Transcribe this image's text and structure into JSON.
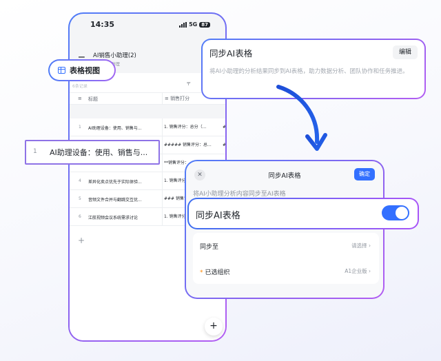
{
  "status": {
    "time": "14:35",
    "network": "5G",
    "battery": "87"
  },
  "app": {
    "title": "AI销售小助理(2)",
    "subtitle": "AI销售小助理"
  },
  "table": {
    "hint": "6条记录",
    "view_chip": "表格视图",
    "columns": [
      "标题",
      "销售打分"
    ],
    "rows": [
      {
        "num": "1",
        "title": "AI助理设备：使用、销售与...",
        "score": "1. 销售评分：总分（...",
        "extra": "##"
      },
      {
        "num": "2",
        "title": "",
        "score": "##### 销售评分：总...",
        "extra": "##"
      },
      {
        "num": "3",
        "title": "",
        "score": "**销售评分：",
        "extra": ""
      },
      {
        "num": "4",
        "title": "差异化卖点优先于实际体验...",
        "score": "1. 销售评分",
        "extra": ""
      },
      {
        "num": "5",
        "title": "音频文件合并与翻跳交互优...",
        "score": "### 销售评分",
        "extra": ""
      },
      {
        "num": "6",
        "title": "江航视频会议系统需求讨论",
        "score": "1. 销售评分",
        "extra": ""
      }
    ]
  },
  "row_callout": {
    "num": "1",
    "title": "AI助理设备：使用、销售与..."
  },
  "sync_card": {
    "title": "同步AI表格",
    "edit": "编辑",
    "desc": "将AI小助理的分析结果同步到AI表格，助力数据分析、团队协作和任务推进。"
  },
  "dialog": {
    "title": "同步AI表格",
    "confirm": "确定",
    "subtitle": "将AI小助理分析内容同步至AI表格",
    "toggle_label": "同步AI表格",
    "toggle_on": true,
    "sync_to_label": "同步至",
    "sync_to_value": "请选择",
    "org_label": "已选组织",
    "org_value": "A1企业版"
  },
  "colors": {
    "accent": "#3370ff",
    "brand_purple": "#8b5cf6"
  }
}
